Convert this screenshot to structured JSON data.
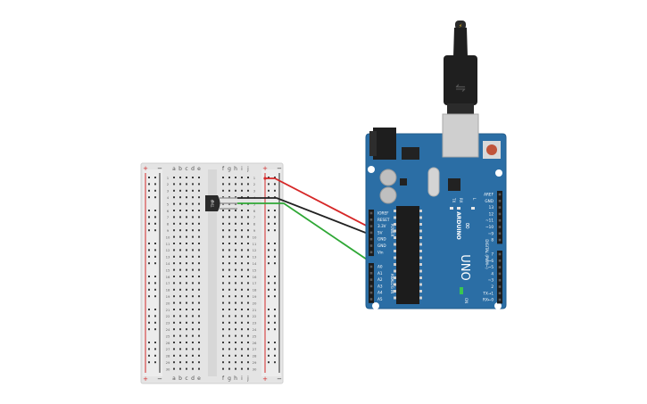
{
  "breadboard": {
    "rail_plus": "+",
    "rail_minus": "−",
    "columns_left": [
      "a",
      "b",
      "c",
      "d",
      "e"
    ],
    "columns_right": [
      "f",
      "g",
      "h",
      "i",
      "j"
    ],
    "row_count": 30,
    "colors": {
      "body": "#e3e3e3",
      "hole": "#3a3a3a",
      "plus_line": "#d22a2a",
      "minus_line": "#2a2a2a"
    }
  },
  "sensor": {
    "label": "TMP"
  },
  "arduino": {
    "brand": "ARDUINO",
    "model": "UNO",
    "on_label": "ON",
    "power_header_title": "POWER",
    "analog_header_title": "ANALOG IN",
    "digital_header_title": "DIGITAL (PWM~)",
    "tx_label": "TX",
    "rx_label": "RX",
    "l_label": "L",
    "power_pins": [
      "IOREF",
      "RESET",
      "3.3V",
      "5V",
      "GND",
      "GND",
      "Vin"
    ],
    "analog_pins": [
      "A0",
      "A1",
      "A2",
      "A3",
      "A4",
      "A5"
    ],
    "digital_pins_top": [
      "AREF",
      "GND",
      "13",
      "12",
      "~11",
      "~10",
      "~9",
      "8"
    ],
    "digital_pins_bottom": [
      "7",
      "~6",
      "~5",
      "4",
      "~3",
      "2",
      "TX→1",
      "RX←0"
    ],
    "colors": {
      "board": "#2b6ea5",
      "edge": "#235d8d",
      "header": "#1c1c1c",
      "label": "#ffffff"
    }
  },
  "usb": {
    "cable_color": "#1f1f1f",
    "plug_color": "#c8c8c8"
  },
  "wires": [
    {
      "name": "5V",
      "color": "#d62828"
    },
    {
      "name": "GND",
      "color": "#222222"
    },
    {
      "name": "A0",
      "color": "#2fa836"
    }
  ]
}
